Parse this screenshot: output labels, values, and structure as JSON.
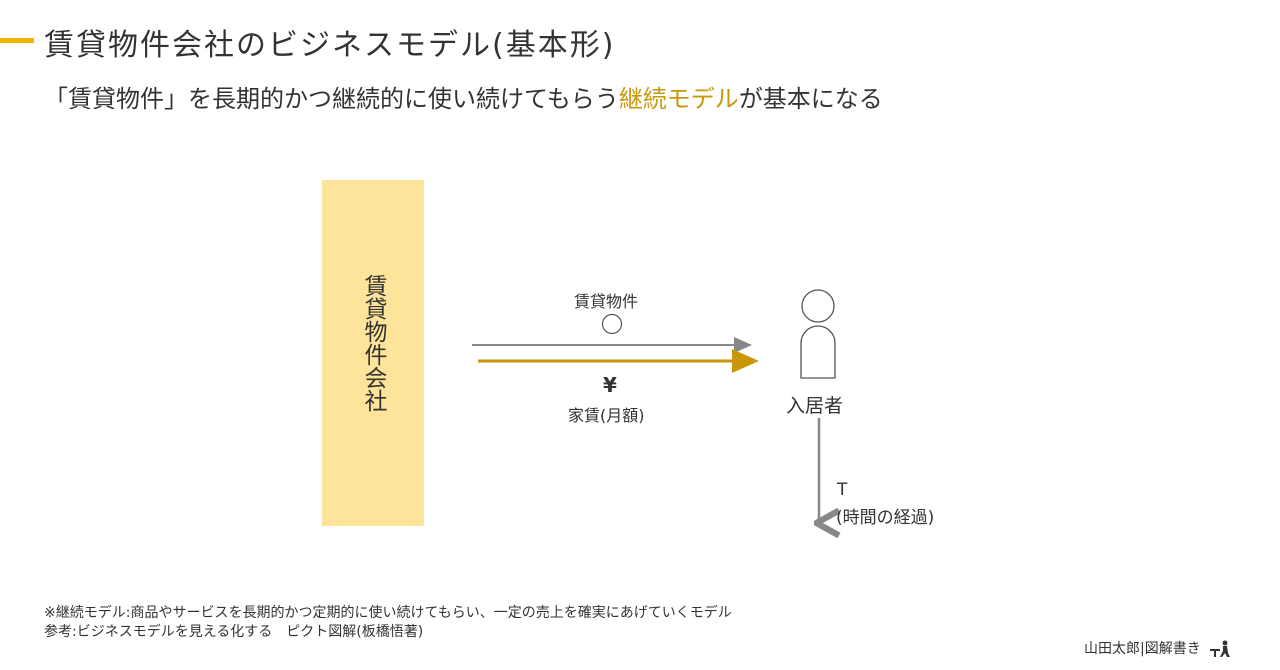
{
  "header": {
    "title": "賃貸物件会社のビジネスモデル(基本形)",
    "subtitle_before": "「賃貸物件」を長期的かつ継続的に使い続けてもらう",
    "subtitle_highlight": "継続モデル",
    "subtitle_after": "が基本になる"
  },
  "diagram": {
    "company_label": "賃貸物件会社",
    "product_label": "賃貸物件",
    "payment_symbol": "¥",
    "payment_label": "家賃(月額)",
    "customer_label": "入居者",
    "time_label_t": "T",
    "time_label": "(時間の経過)"
  },
  "footer": {
    "note": "※継続モデル:商品やサービスを長期的かつ定期的に使い続けてもらい、一定の売上を確実にあげていくモデル",
    "reference": "参考:ビジネスモデルを見える化する　ピクト図解(板橋悟著)",
    "author": "山田太郎|図解書き"
  },
  "colors": {
    "accent": "#f0b400",
    "highlight_text": "#c9980a",
    "company_box": "#fde49a",
    "payment_arrow": "#c9980a",
    "product_arrow": "#888888"
  }
}
